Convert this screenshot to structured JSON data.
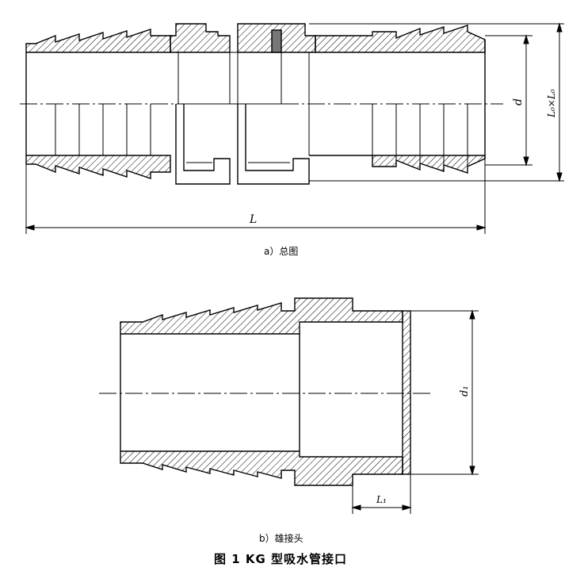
{
  "figure": {
    "title": "图 1   KG 型吸水管接口"
  },
  "view_a": {
    "caption": "a）总图",
    "dim_length": "L",
    "dim_diameter": "d",
    "dim_thread": "L₀×L₀"
  },
  "view_b": {
    "caption": "b）雄接头",
    "dim_diameter": "d₁",
    "dim_length": "L₁"
  }
}
